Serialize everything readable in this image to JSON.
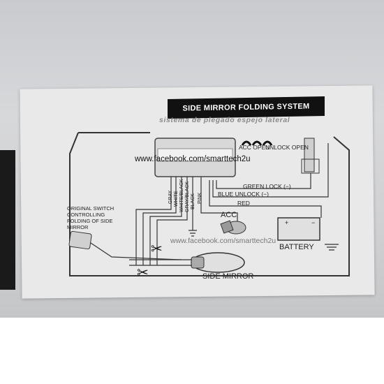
{
  "title": "SIDE MIRROR FOLDING SYSTEM",
  "subtitle": "sistema de plegado espejo lateral",
  "watermark_main": "www.facebook.com/smarttech2u",
  "watermark_faint": "www.facebook.com/smarttech2u",
  "labels": {
    "acc_open": "ACC OPEN",
    "unlock_open": "UNLOCK OPEN",
    "green_lock": "GREEN LOCK (−)",
    "blue_unlock": "BLUE UNLOCK (−)",
    "red": "RED",
    "acc": "ACC",
    "battery": "BATTERY",
    "side_mirror": "SIDE MIRROR",
    "original_switch": "ORIGINAL SWITCH\nCONTROLLING\nFOLDING OF SIDE\nMIRROR"
  },
  "wires": [
    "GRAY",
    "WHITE",
    "WHITE/BLACK",
    "GRAY/BLACK",
    "BLACK",
    "PINK"
  ]
}
